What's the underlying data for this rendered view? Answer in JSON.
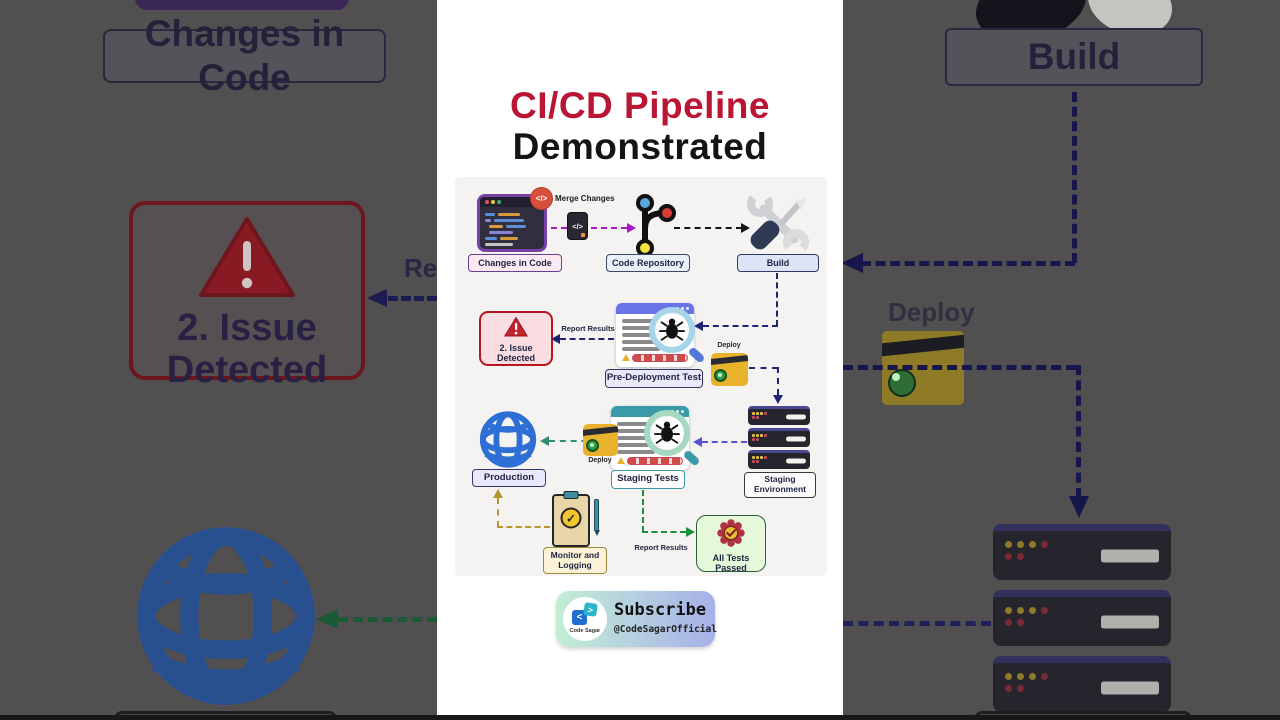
{
  "title": {
    "line1": "CI/CD Pipeline",
    "line2": "Demonstrated"
  },
  "colors": {
    "title_red": "#bb1535",
    "title_black": "#141414",
    "navy_arrow": "#1e2470",
    "magenta_arrow": "#a818c8",
    "black_arrow": "#141414",
    "purple_arrow": "#5752d8",
    "teal_arrow": "#2e8f74",
    "green_arrow": "#1e8f3e",
    "yellow_arrow": "#b5952c",
    "issue_red": "#b5161f",
    "panel_bg": "#f4f3f1",
    "all_tests_green": "#e6f8da"
  },
  "glyphs": {
    "code_badge": "</>",
    "warning_mark": "!",
    "logo_left": "<",
    "logo_right": ">",
    "check": "✓"
  },
  "icons": {
    "code_editor": "code-editor-window",
    "merge_file": "code-file",
    "git_branch": "git-branch",
    "build_tools": "wrench-screwdriver",
    "bug_magnifier": "magnifier-bug",
    "warning": "warning-triangle",
    "package": "deploy-package",
    "server_stack": "server-stack",
    "globe": "production-globe",
    "clipboard": "clipboard-check",
    "rosette": "rosette-badge",
    "logo": "code-sagar-logo"
  },
  "diagram": {
    "labels": {
      "changes_in_code": "Changes in Code",
      "merge_changes": "Merge Changes",
      "code_repository": "Code Repository",
      "build": "Build",
      "issue_detected": "2. Issue Detected",
      "report_results": "Report Results",
      "pre_deployment_test": "Pre-Deployment Test",
      "deploy": "Deploy",
      "staging_environment": "Staging Environment",
      "staging_tests": "Staging Tests",
      "production": "Production",
      "monitor_logging": "Monitor and Logging",
      "all_tests_passed": "All Tests Passed"
    }
  },
  "background": {
    "left": {
      "changes_in_code": "Changes in Code",
      "issue_detected": "2. Issue Detected",
      "report_fragment": "Rep"
    },
    "right": {
      "build": "Build",
      "deploy": "Deploy"
    }
  },
  "subscribe": {
    "cta": "Subscribe",
    "handle": "@CodeSagarOfficial",
    "brand": "Code Sagar"
  }
}
